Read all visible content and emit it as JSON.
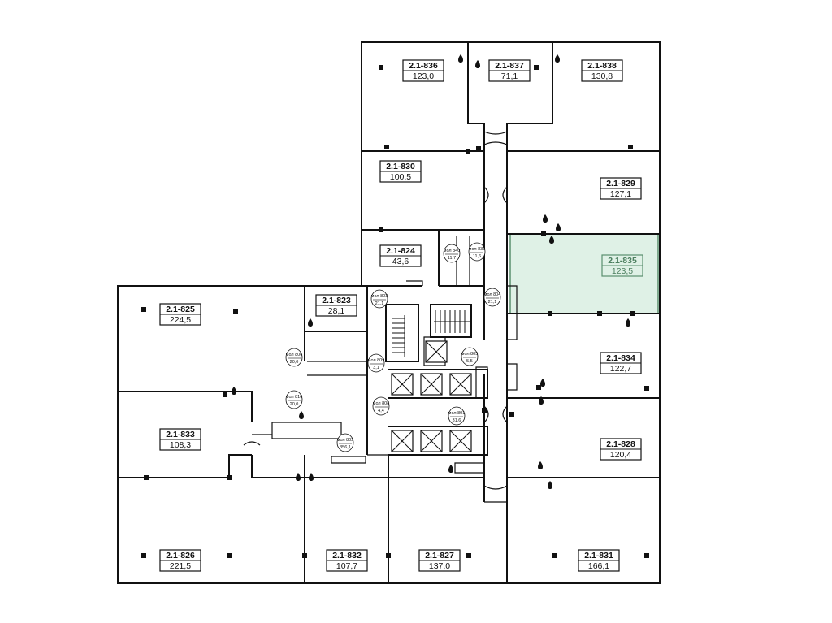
{
  "rooms": [
    {
      "code": "2.1-836",
      "area": "123,0"
    },
    {
      "code": "2.1-837",
      "area": "71,1"
    },
    {
      "code": "2.1-838",
      "area": "130,8"
    },
    {
      "code": "2.1-830",
      "area": "100,5"
    },
    {
      "code": "2.1-829",
      "area": "127,1"
    },
    {
      "code": "2.1-824",
      "area": "43,6"
    },
    {
      "code": "2.1-835",
      "area": "123,5",
      "selected": true
    },
    {
      "code": "2.1-825",
      "area": "224,5"
    },
    {
      "code": "2.1-823",
      "area": "28,1"
    },
    {
      "code": "2.1-834",
      "area": "122,7"
    },
    {
      "code": "2.1-833",
      "area": "108,3"
    },
    {
      "code": "2.1-828",
      "area": "120,4"
    },
    {
      "code": "2.1-826",
      "area": "221,5"
    },
    {
      "code": "2.1-832",
      "area": "107,7"
    },
    {
      "code": "2.1-827",
      "area": "137,0"
    },
    {
      "code": "2.1-831",
      "area": "166,1"
    }
  ],
  "aux_rooms": [
    {
      "code": "мол 840",
      "area": "11,7"
    },
    {
      "code": "мол 839",
      "area": "11,6"
    },
    {
      "code": "мол 803",
      "area": "21,1"
    },
    {
      "code": "мол 804",
      "area": "21,1"
    },
    {
      "code": "мол 806",
      "area": "20,0"
    },
    {
      "code": "мол 809",
      "area": "3,1"
    },
    {
      "code": "мол 805",
      "area": "5,5"
    },
    {
      "code": "мол 810",
      "area": "20,0"
    },
    {
      "code": "мол 808",
      "area": "4,4"
    },
    {
      "code": "мол 801",
      "area": "31,6"
    },
    {
      "code": "мол 802",
      "area": "356,1"
    }
  ],
  "colors": {
    "selected_fill": "#dff1e6",
    "selected_stroke": "#5a8f6e"
  }
}
